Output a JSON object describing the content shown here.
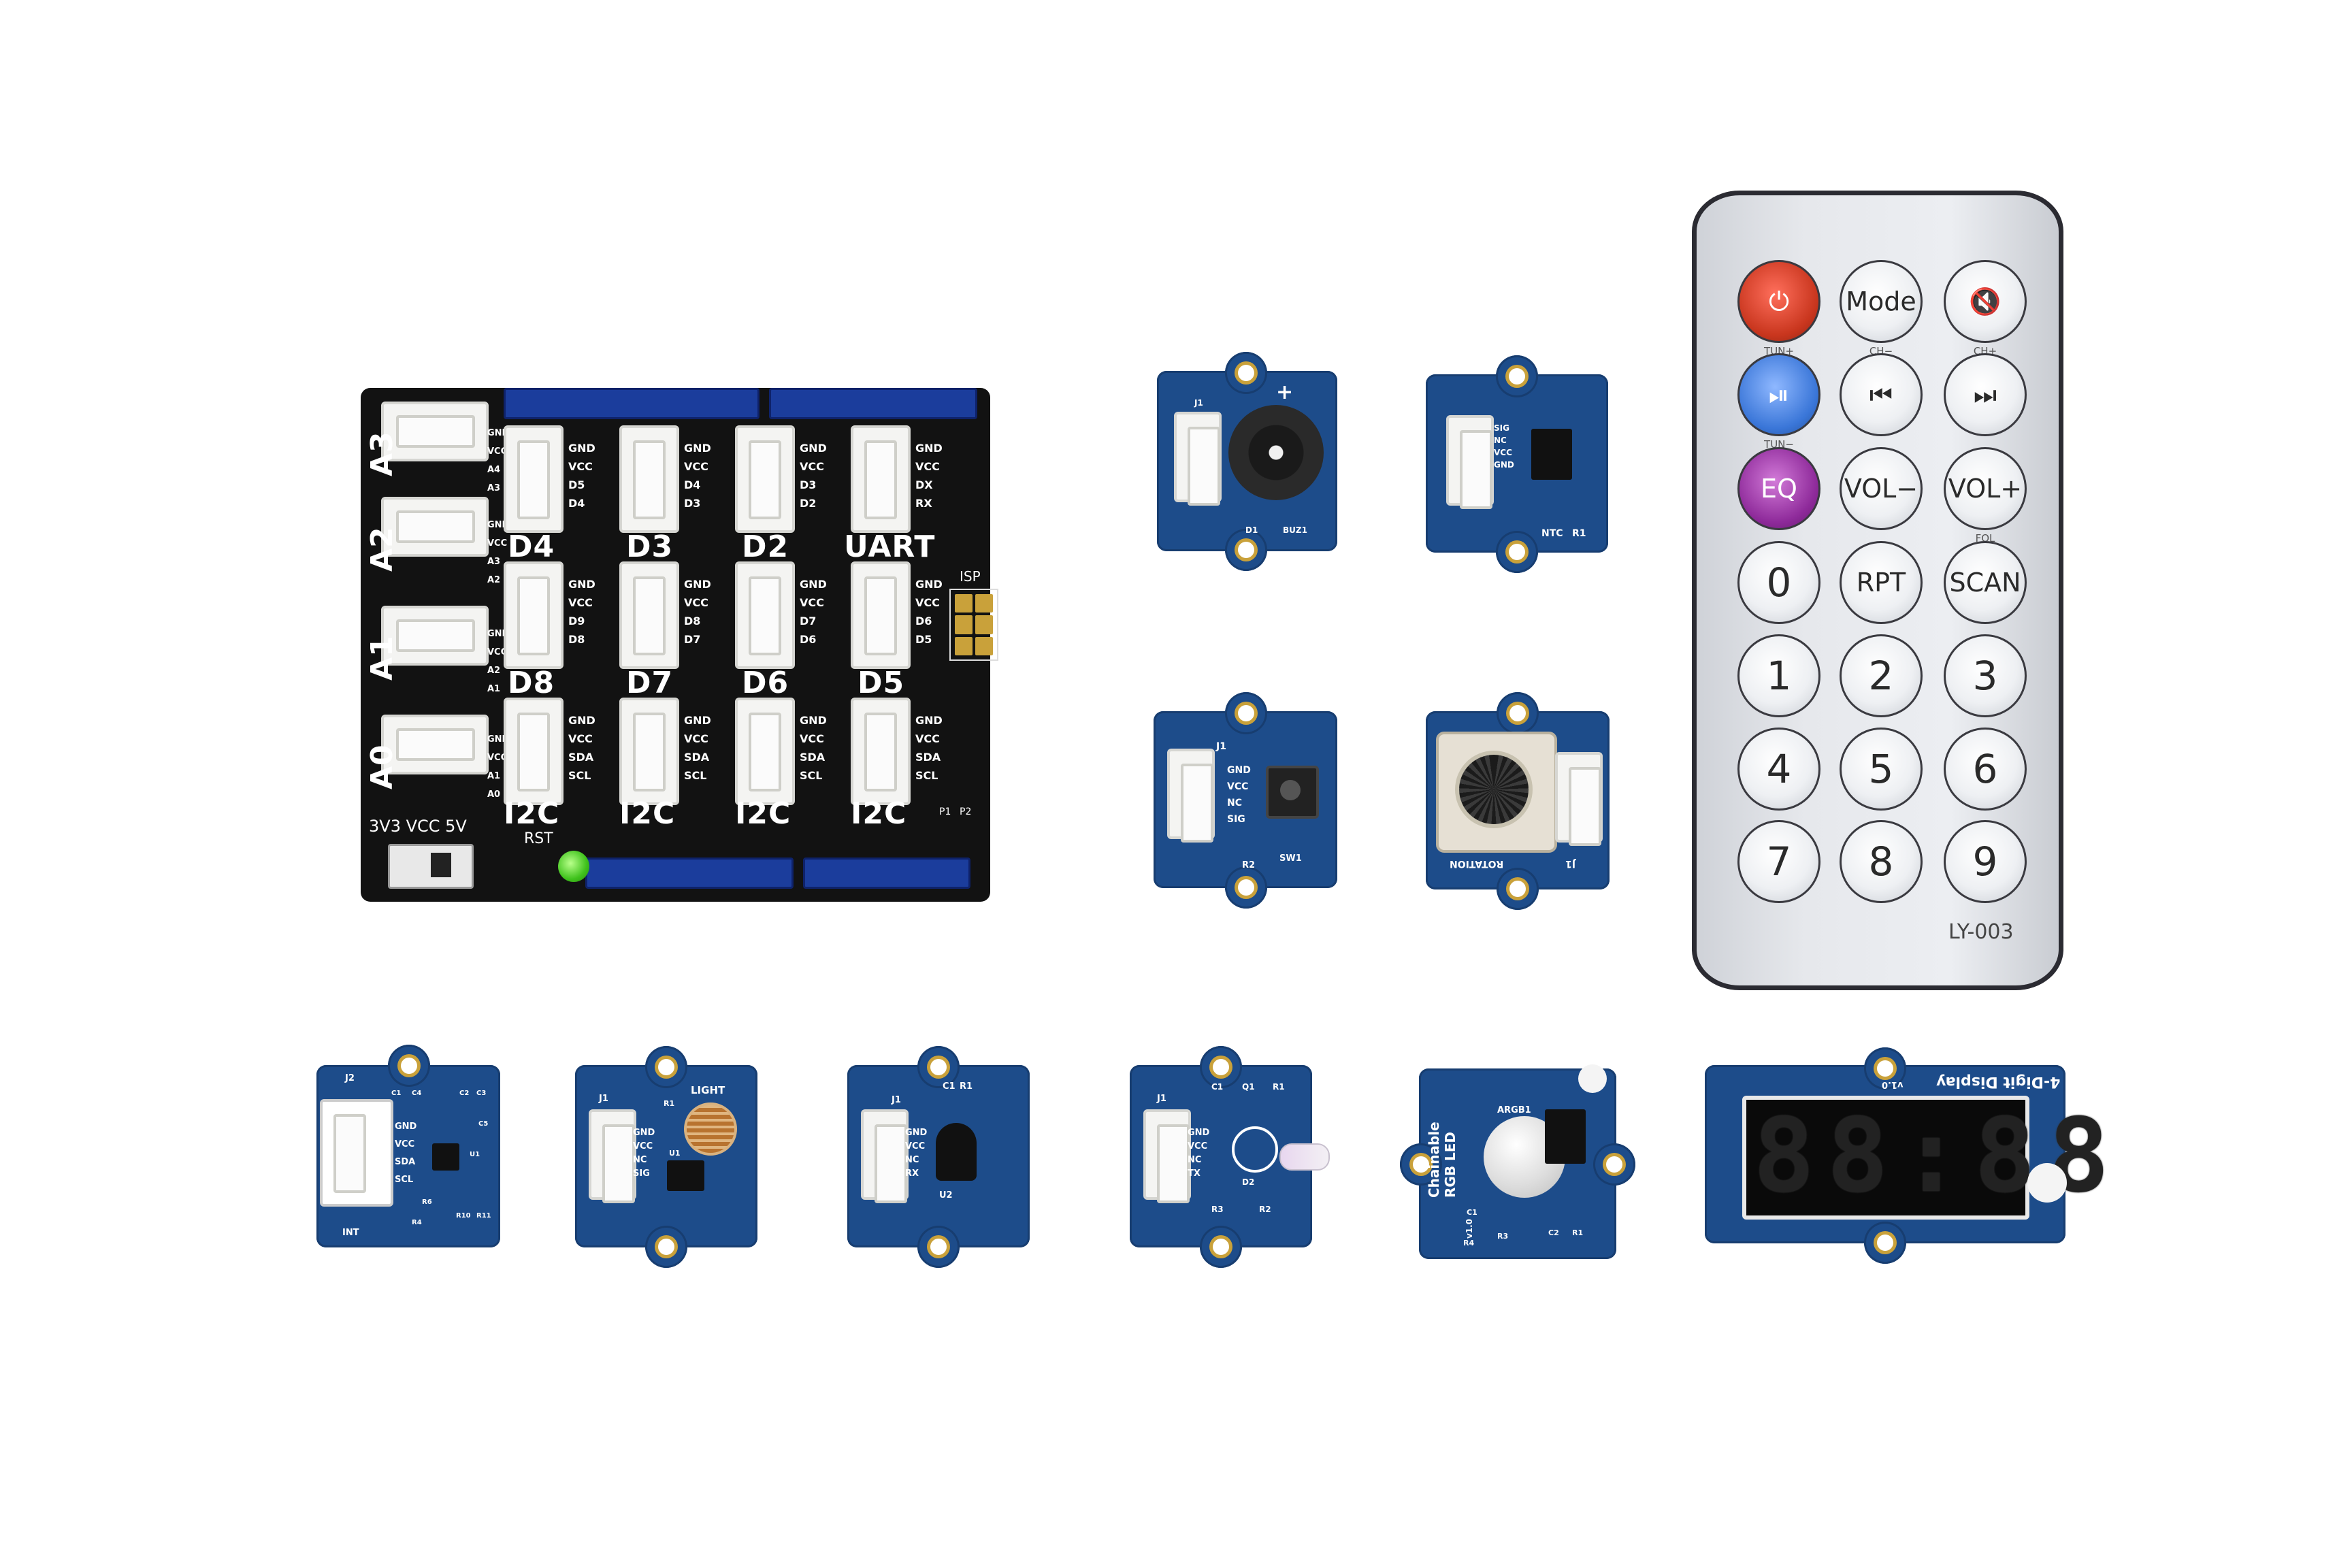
{
  "shield": {
    "port_labels_vertical": [
      "A3",
      "A2",
      "A1",
      "A0"
    ],
    "port_labels_row1": [
      "D4",
      "D3",
      "D2",
      "UART"
    ],
    "port_labels_row2": [
      "D8",
      "D7",
      "D6",
      "D5"
    ],
    "port_labels_row3": [
      "I2C",
      "I2C",
      "I2C",
      "I2C"
    ],
    "pins_row1": [
      [
        "GND",
        "VCC",
        "D5",
        "D4"
      ],
      [
        "GND",
        "VCC",
        "D4",
        "D3"
      ],
      [
        "GND",
        "VCC",
        "D3",
        "D2"
      ],
      [
        "GND",
        "VCC",
        "DX",
        "RX"
      ]
    ],
    "pins_row2": [
      [
        "GND",
        "VCC",
        "D9",
        "D8"
      ],
      [
        "GND",
        "VCC",
        "D8",
        "D7"
      ],
      [
        "GND",
        "VCC",
        "D7",
        "D6"
      ],
      [
        "GND",
        "VCC",
        "D6",
        "D5"
      ]
    ],
    "pins_row3": [
      [
        "GND",
        "VCC",
        "SDA",
        "SCL"
      ],
      [
        "GND",
        "VCC",
        "SDA",
        "SCL"
      ],
      [
        "GND",
        "VCC",
        "SDA",
        "SCL"
      ],
      [
        "GND",
        "VCC",
        "SDA",
        "SCL"
      ]
    ],
    "side_pins": [
      [
        "GND",
        "VCC",
        "A4",
        "A3"
      ],
      [
        "GND",
        "VCC",
        "A3",
        "A2"
      ],
      [
        "GND",
        "VCC",
        "A2",
        "A1"
      ],
      [
        "GND",
        "VCC",
        "A1",
        "A0"
      ]
    ],
    "isp_label": "ISP",
    "voltage_label": "3V3  VCC  5V",
    "rst_label": "RST",
    "p1": "P1",
    "p2": "P2"
  },
  "modules": {
    "buzzer": {
      "plus": "+",
      "labels": [
        "J1",
        "D1",
        "BUZ1"
      ]
    },
    "temperature": {
      "pins": [
        "SIG",
        "NC",
        "VCC",
        "GND"
      ],
      "labels": [
        "NTC",
        "R1"
      ]
    },
    "button": {
      "j": "J1",
      "pins": [
        "GND",
        "VCC",
        "NC",
        "SIG"
      ],
      "labels": [
        "R2",
        "SW1"
      ]
    },
    "rotation": {
      "label": "ROTATION",
      "j": "J1"
    },
    "accel": {
      "j": "J2",
      "pins": [
        "GND",
        "VCC",
        "SDA",
        "SCL"
      ],
      "int": "INT",
      "labels": [
        "C1",
        "C4",
        "C2",
        "C3",
        "C5",
        "U1",
        "R4",
        "R6",
        "R10",
        "R11"
      ]
    },
    "light": {
      "j": "J1",
      "title": "LIGHT",
      "pins": [
        "GND",
        "VCC",
        "NC",
        "SIG"
      ],
      "labels": [
        "R1",
        "U1"
      ]
    },
    "ir_receiver": {
      "j": "J1",
      "pins": [
        "GND",
        "VCC",
        "NC",
        "RX"
      ],
      "labels": [
        "C1",
        "R1",
        "U2"
      ]
    },
    "ir_emitter": {
      "j": "J1",
      "pins": [
        "GND",
        "VCC",
        "NC",
        "TX"
      ],
      "labels": [
        "C1",
        "Q1",
        "R1",
        "D2",
        "R3",
        "R2"
      ]
    },
    "rgb": {
      "line1": "Chainable",
      "line2": "RGB LED",
      "ver": "v1.0",
      "labels": [
        "ARGB1",
        "C1",
        "R4",
        "R3",
        "C2",
        "R1"
      ]
    },
    "display": {
      "title": "4-Digit Display",
      "ver": "v1.0",
      "digits": "88:88"
    }
  },
  "remote": {
    "buttons": [
      {
        "label": "⏻",
        "style": "red",
        "sub": "TUN+"
      },
      {
        "label": "Mode",
        "style": "plain",
        "sub": "CH−"
      },
      {
        "label": "🔇",
        "style": "plain",
        "sub": "CH+"
      },
      {
        "label": "⏯",
        "style": "blue",
        "sub": "TUN−"
      },
      {
        "label": "⏮",
        "style": "plain",
        "sub": ""
      },
      {
        "label": "⏭",
        "style": "plain",
        "sub": ""
      },
      {
        "label": "EQ",
        "style": "purple",
        "sub": ""
      },
      {
        "label": "VOL−",
        "style": "plain",
        "sub": ""
      },
      {
        "label": "VOL+",
        "style": "plain",
        "sub": "FOL"
      },
      {
        "label": "0",
        "style": "num",
        "sub": ""
      },
      {
        "label": "RPT",
        "style": "plain",
        "sub": ""
      },
      {
        "label": "SCAN",
        "style": "plain",
        "sub": ""
      },
      {
        "label": "1",
        "style": "num",
        "sub": ""
      },
      {
        "label": "2",
        "style": "num",
        "sub": ""
      },
      {
        "label": "3",
        "style": "num",
        "sub": ""
      },
      {
        "label": "4",
        "style": "num",
        "sub": ""
      },
      {
        "label": "5",
        "style": "num",
        "sub": ""
      },
      {
        "label": "6",
        "style": "num",
        "sub": ""
      },
      {
        "label": "7",
        "style": "num",
        "sub": ""
      },
      {
        "label": "8",
        "style": "num",
        "sub": ""
      },
      {
        "label": "9",
        "style": "num",
        "sub": ""
      }
    ],
    "model": "LY-003"
  },
  "colors": {
    "pcb_blue": "#1d4c8a",
    "shield_black": "#121212",
    "header_blue": "#1b3d9c",
    "power_red": "#c9361e",
    "play_blue": "#3a76d8",
    "eq_purple": "#8e2a9a"
  }
}
